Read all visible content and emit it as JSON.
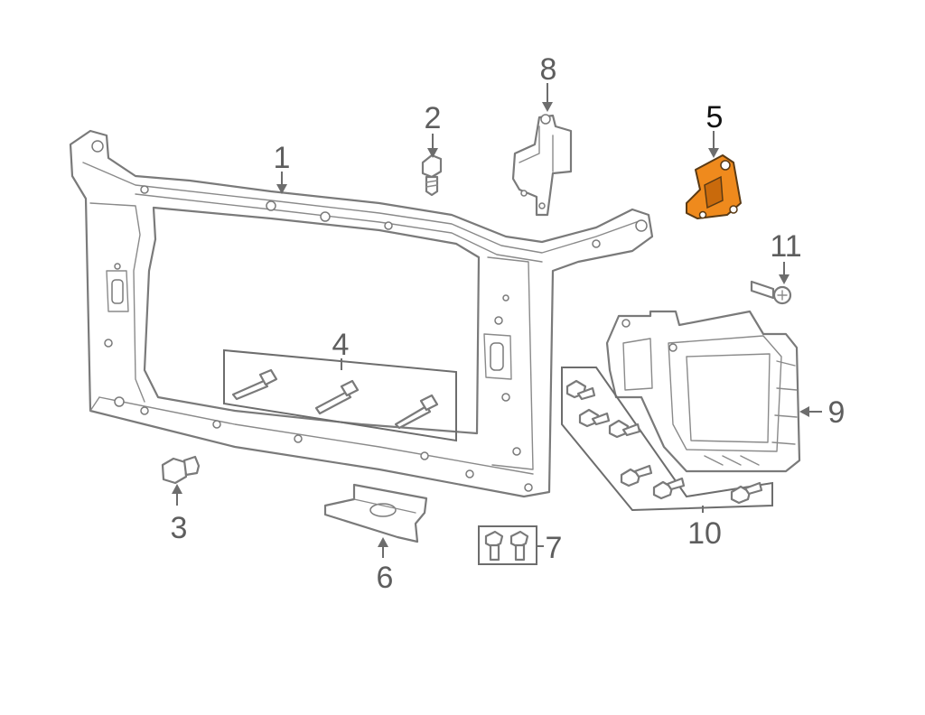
{
  "callouts": {
    "c1": "1",
    "c2": "2",
    "c3": "3",
    "c4": "4",
    "c5": "5",
    "c6": "6",
    "c7": "7",
    "c8": "8",
    "c9": "9",
    "c10": "10",
    "c11": "11"
  },
  "highlight": {
    "part": "5",
    "fill_color": "#ef8a1d",
    "label_color": "#111111"
  },
  "line_color": "#7a7a7a"
}
